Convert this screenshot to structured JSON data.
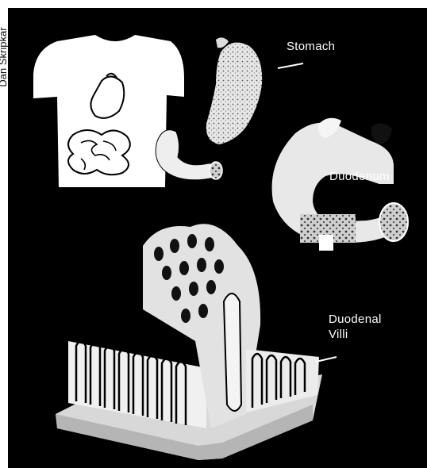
{
  "credit": "Dan Skripkar",
  "labels": {
    "stomach": "Stomach",
    "duodenum": "Duodenum",
    "duodenal_villi_line1": "Duodenal",
    "duodenal_villi_line2": "Villi"
  },
  "colors": {
    "background": "#000000",
    "figure": "#ffffff",
    "tissue": "#d8d8d8"
  }
}
